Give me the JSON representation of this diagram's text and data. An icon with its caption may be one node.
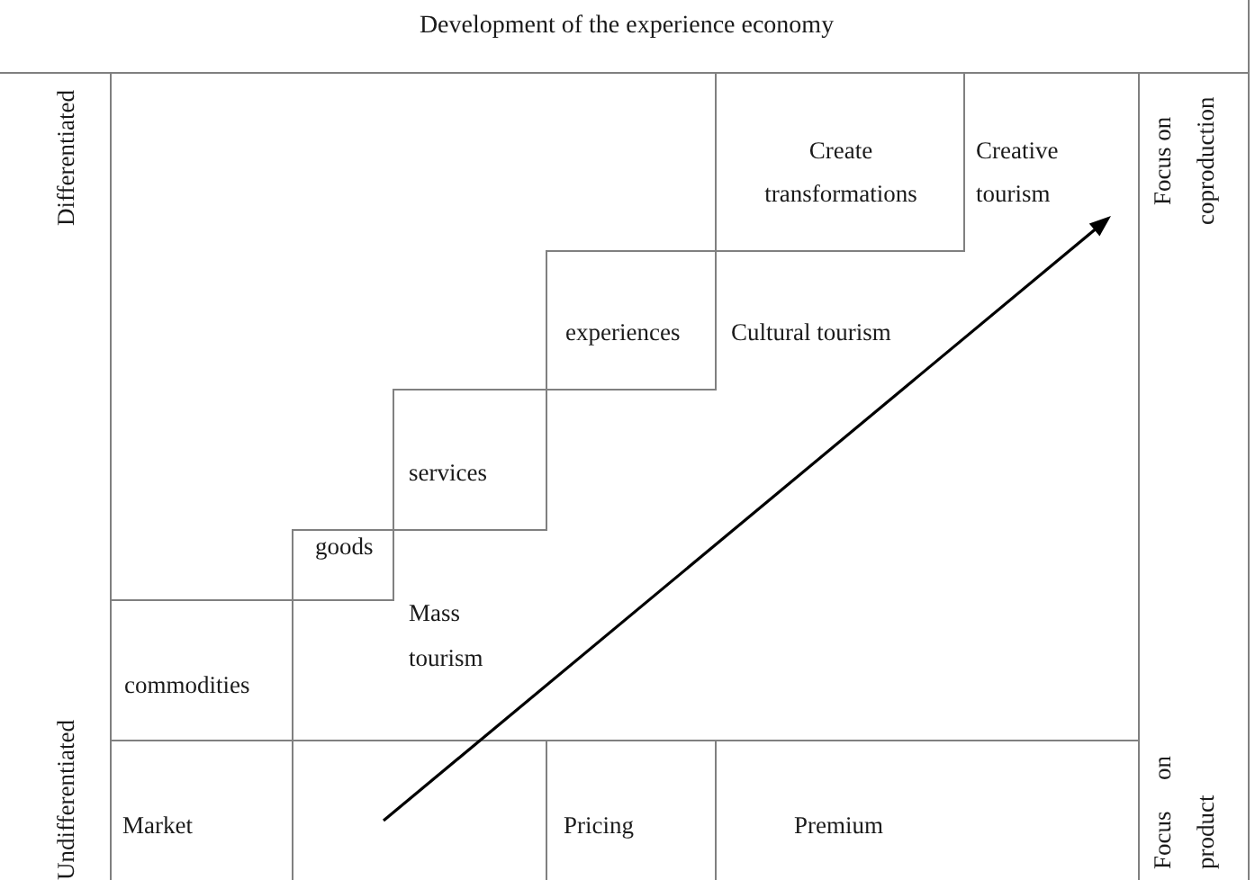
{
  "diagram": {
    "title": "Development of the experience economy",
    "nodes": [
      {
        "text": [
          "Create transformations"
        ]
      },
      {
        "text": [
          "experiences"
        ]
      },
      {
        "text": [
          "services"
        ]
      },
      {
        "text": [
          "goods"
        ]
      },
      {
        "text": [
          "commodities"
        ]
      },
      {
        "text": [
          "Market"
        ]
      },
      {
        "text": [
          "Pricing"
        ]
      },
      {
        "text": [
          "Premium"
        ]
      }
    ],
    "labels": [
      "Differentiated",
      "Creative tourism",
      "Focus on coproduction",
      "Cultural tourism",
      "Mass tourism",
      "Undifferentiated",
      "Focus on product"
    ]
  }
}
